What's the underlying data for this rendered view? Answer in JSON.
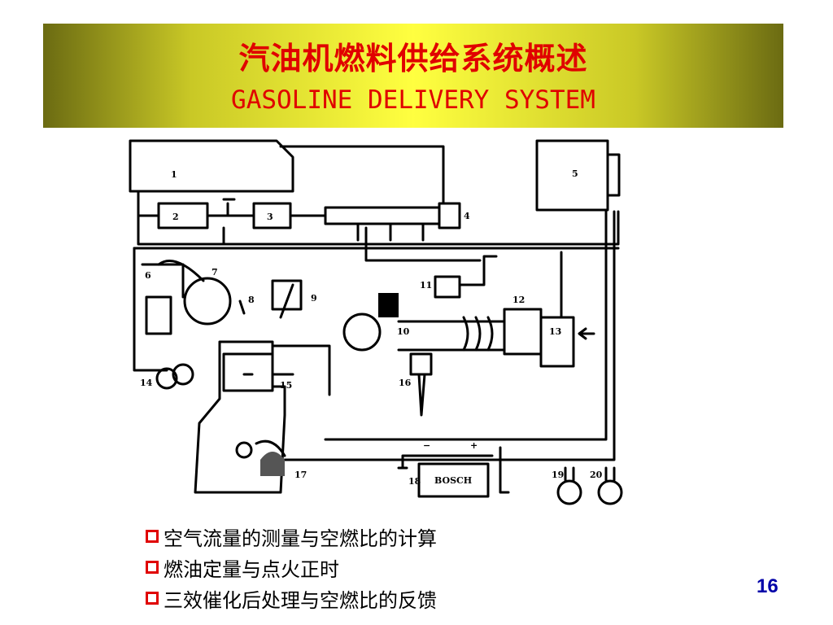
{
  "header": {
    "title_cn": "汽油机燃料供给系统概述",
    "title_en": "GASOLINE DELIVERY SYSTEM"
  },
  "diagram": {
    "labels": [
      "1",
      "2",
      "3",
      "4",
      "5",
      "6",
      "7",
      "8",
      "9",
      "10",
      "11",
      "12",
      "13",
      "14",
      "15",
      "16",
      "17",
      "18",
      "19",
      "20"
    ],
    "battery_brand": "BOSCH",
    "battery_minus": "−",
    "battery_plus": "+"
  },
  "bullets": [
    "空气流量的测量与空燃比的计算",
    "燃油定量与点火正时",
    "三效催化后处理与空燃比的反馈"
  ],
  "page_number": "16",
  "colors": {
    "title": "#e00000",
    "page_number": "#0000a8",
    "bullet_box": "#e00000"
  }
}
